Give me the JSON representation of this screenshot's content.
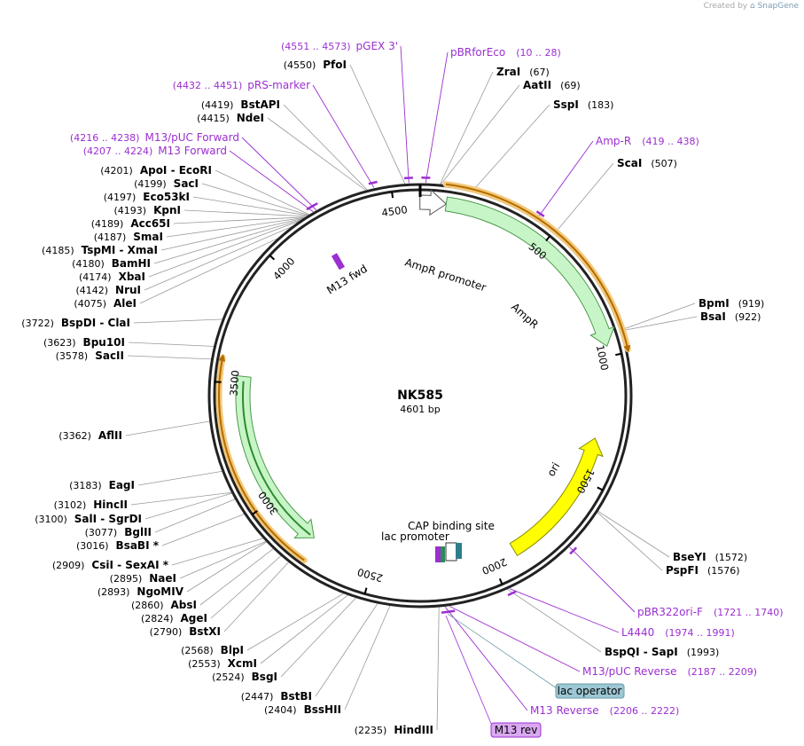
{
  "credit": {
    "prefix": "Created by",
    "brand": "SnapGene"
  },
  "plasmid": {
    "name": "NK585",
    "length": "4601 bp",
    "bp": 4601
  },
  "ticks": [
    {
      "pos": 500,
      "label": "500"
    },
    {
      "pos": 1000,
      "label": "1000"
    },
    {
      "pos": 1500,
      "label": "1500"
    },
    {
      "pos": 2000,
      "label": "2000"
    },
    {
      "pos": 2500,
      "label": "2500"
    },
    {
      "pos": 3000,
      "label": "3000"
    },
    {
      "pos": 3500,
      "label": "3500"
    },
    {
      "pos": 4000,
      "label": "4000"
    },
    {
      "pos": 4500,
      "label": "4500"
    }
  ],
  "features": [
    {
      "id": "ampr-promoter",
      "label": "AmpR promoter",
      "start": 4600,
      "end": 4700,
      "color": "#ffffff",
      "dir": 1,
      "r": 218
    },
    {
      "id": "ampr",
      "label": "AmpR",
      "start": 4700,
      "end": 5562,
      "color": "#c8f5c8",
      "dir": 1,
      "r": 218
    },
    {
      "id": "ori",
      "label": "ori",
      "start": 1325,
      "end": 1901,
      "color": "#ffff00",
      "dir": -1,
      "r": 203
    },
    {
      "id": "cds-left",
      "label": "",
      "start": 2770,
      "end": 3530,
      "color": "#c8f5c8",
      "dir": -1,
      "r": 200
    }
  ],
  "orange_arcs": [
    {
      "start": 4690,
      "end": 5590,
      "r": 240,
      "dir": 1
    },
    {
      "start": 2750,
      "end": 3590,
      "r": 227,
      "dir": 1
    }
  ],
  "small_labels": [
    {
      "text": "AmpR promoter"
    },
    {
      "text": "AmpR"
    },
    {
      "text": "ori"
    },
    {
      "text": "CAP binding site"
    },
    {
      "text": "lac promoter"
    },
    {
      "text": "M13 fwd"
    }
  ],
  "cutters": [
    {
      "name": "ZraI",
      "pos": "(67)",
      "site": 67
    },
    {
      "name": "AatII",
      "pos": "(69)",
      "site": 69
    },
    {
      "name": "SspI",
      "pos": "(183)",
      "site": 183
    },
    {
      "name": "ScaI",
      "pos": "(507)",
      "site": 507
    },
    {
      "name": "BpmI",
      "pos": "(919)",
      "site": 919
    },
    {
      "name": "BsaI",
      "pos": "(922)",
      "site": 922
    },
    {
      "name": "BseYI",
      "pos": "(1572)",
      "site": 1572
    },
    {
      "name": "PspFI",
      "pos": "(1576)",
      "site": 1576
    },
    {
      "name": "BspQI - SapI",
      "pos": "(1993)",
      "site": 1993
    },
    {
      "name": "HindIII",
      "pos": "(2235)",
      "site": 2235
    },
    {
      "name": "BssHII",
      "pos": "(2404)",
      "site": 2404
    },
    {
      "name": "BstBI",
      "pos": "(2447)",
      "site": 2447
    },
    {
      "name": "BsgI",
      "pos": "(2524)",
      "site": 2524
    },
    {
      "name": "XcmI",
      "pos": "(2553)",
      "site": 2553
    },
    {
      "name": "BlpI",
      "pos": "(2568)",
      "site": 2568
    },
    {
      "name": "BstXI",
      "pos": "(2790)",
      "site": 2790
    },
    {
      "name": "AgeI",
      "pos": "(2824)",
      "site": 2824
    },
    {
      "name": "AbsI",
      "pos": "(2860)",
      "site": 2860
    },
    {
      "name": "NgoMIV",
      "pos": "(2893)",
      "site": 2893
    },
    {
      "name": "NaeI",
      "pos": "(2895)",
      "site": 2895
    },
    {
      "name": "CsiI - SexAI *",
      "pos": "(2909)",
      "site": 2909
    },
    {
      "name": "BsaBI *",
      "pos": "(3016)",
      "site": 3016
    },
    {
      "name": "BglII",
      "pos": "(3077)",
      "site": 3077
    },
    {
      "name": "SalI - SgrDI",
      "pos": "(3100)",
      "site": 3100
    },
    {
      "name": "HincII",
      "pos": "(3102)",
      "site": 3102
    },
    {
      "name": "EagI",
      "pos": "(3183)",
      "site": 3183
    },
    {
      "name": "AflII",
      "pos": "(3362)",
      "site": 3362
    },
    {
      "name": "SacII",
      "pos": "(3578)",
      "site": 3578
    },
    {
      "name": "Bpu10I",
      "pos": "(3623)",
      "site": 3623
    },
    {
      "name": "BspDI - ClaI",
      "pos": "(3722)",
      "site": 3722
    },
    {
      "name": "AleI",
      "pos": "(4075)",
      "site": 4075
    },
    {
      "name": "NruI",
      "pos": "(4142)",
      "site": 4142
    },
    {
      "name": "XbaI",
      "pos": "(4174)",
      "site": 4174
    },
    {
      "name": "BamHI",
      "pos": "(4180)",
      "site": 4180
    },
    {
      "name": "TspMI - XmaI",
      "pos": "(4185)",
      "site": 4185
    },
    {
      "name": "SmaI",
      "pos": "(4187)",
      "site": 4187
    },
    {
      "name": "Acc65I",
      "pos": "(4189)",
      "site": 4189
    },
    {
      "name": "KpnI",
      "pos": "(4193)",
      "site": 4193
    },
    {
      "name": "Eco53kI",
      "pos": "(4197)",
      "site": 4197
    },
    {
      "name": "SacI",
      "pos": "(4199)",
      "site": 4199
    },
    {
      "name": "ApoI - EcoRI",
      "pos": "(4201)",
      "site": 4201
    },
    {
      "name": "NdeI",
      "pos": "(4415)",
      "site": 4415
    },
    {
      "name": "BstAPI",
      "pos": "(4419)",
      "site": 4419
    },
    {
      "name": "PfoI",
      "pos": "(4550)",
      "site": 4550
    }
  ],
  "primers": [
    {
      "name": "pGEX 3'",
      "pos": "(4551 .. 4573)",
      "site": 4562
    },
    {
      "name": "pBRforEco",
      "pos": "(10 .. 28)",
      "site": 19
    },
    {
      "name": "Amp-R",
      "pos": "(419 .. 438)",
      "site": 428
    },
    {
      "name": "pRS-marker",
      "pos": "(4432 .. 4451)",
      "site": 4441
    },
    {
      "name": "M13/pUC Forward",
      "pos": "(4216 .. 4238)",
      "site": 4227
    },
    {
      "name": "M13 Forward",
      "pos": "(4207 .. 4224)",
      "site": 4215
    },
    {
      "name": "pBR322ori-F",
      "pos": "(1721 .. 1740)",
      "site": 1730
    },
    {
      "name": "L4440",
      "pos": "(1974 .. 1991)",
      "site": 1982
    },
    {
      "name": "M13/pUC Reverse",
      "pos": "(2187 .. 2209)",
      "site": 2198
    },
    {
      "name": "M13 Reverse",
      "pos": "(2206 .. 2222)",
      "site": 2214
    }
  ],
  "boxed_labels": [
    {
      "text": "lac operator",
      "color": "#9cc7d3"
    },
    {
      "text": "M13 rev",
      "color": "#d9a8f0"
    }
  ]
}
